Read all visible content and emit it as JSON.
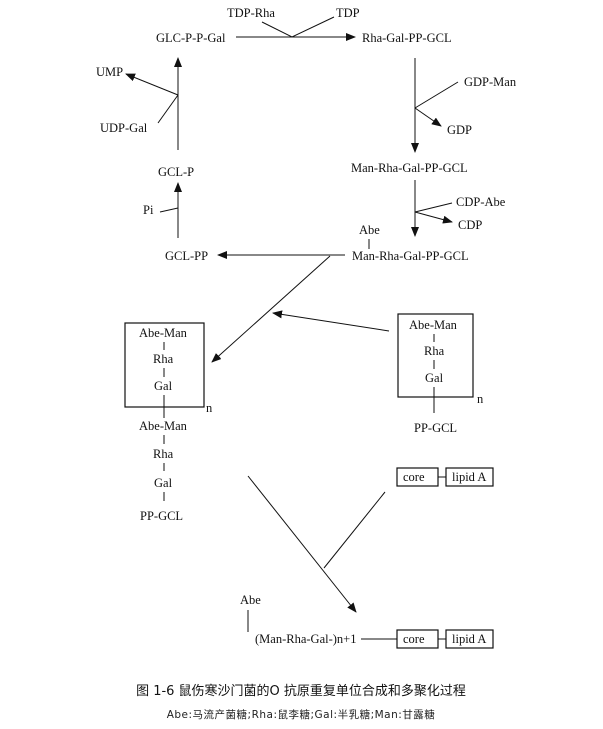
{
  "labels": {
    "tdp_rha": "TDP-Rha",
    "tdp": "TDP",
    "glc_p_p_gal": "GLC-P-P-Gal",
    "rha_gal_pp_gcl": "Rha-Gal-PP-GCL",
    "ump": "UMP",
    "udp_gal": "UDP-Gal",
    "gdp_man": "GDP-Man",
    "gdp": "GDP",
    "man_rha_gal_pp_gcl": "Man-Rha-Gal-PP-GCL",
    "gcl_p": "GCL-P",
    "pi": "Pi",
    "cdp_abe": "CDP-Abe",
    "cdp": "CDP",
    "abe_top": "Abe",
    "abe_man_rha_gal_pp_gcl": "Man-Rha-Gal-PP-GCL",
    "gcl_pp": "GCL-PP",
    "left_box": {
      "abe_man": "Abe-Man",
      "rha": "Rha",
      "gal": "Gal",
      "n": "n"
    },
    "left_chain": {
      "abe_man": "Abe-Man",
      "rha": "Rha",
      "gal": "Gal",
      "pp_gcl": "PP-GCL"
    },
    "right_box": {
      "abe_man": "Abe-Man",
      "rha": "Rha",
      "gal": "Gal",
      "n": "n",
      "pp_gcl": "PP-GCL"
    },
    "core": "core",
    "lipid_a": "lipid A",
    "bottom_abe": "Abe",
    "bottom_chain": "(Man-Rha-Gal-)n+1",
    "bottom_core": "core",
    "bottom_lipid_a": "lipid A"
  },
  "caption": {
    "title": "图 1-6   鼠伤寒沙门菌的O 抗原重复单位合成和多聚化过程",
    "legend": "Abe:马流产菌糖;Rha:鼠李糖;Gal:半乳糖;Man:甘露糖"
  }
}
